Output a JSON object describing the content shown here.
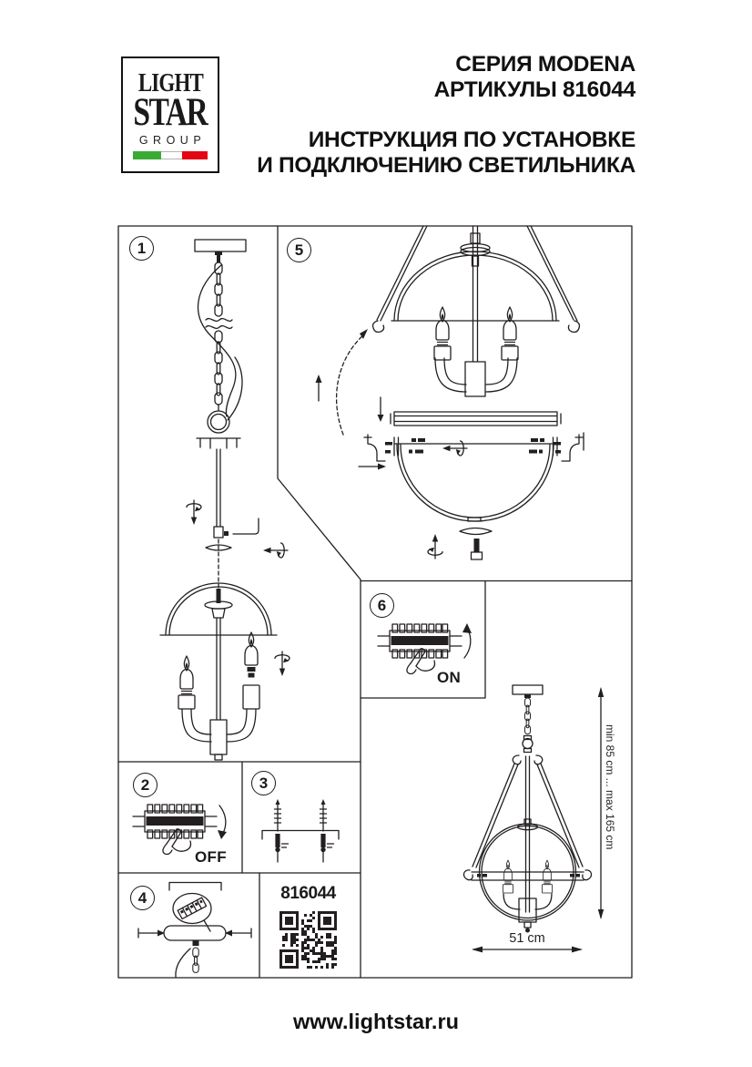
{
  "header": {
    "logo_line1": "LIGHT",
    "logo_line2": "STAR",
    "logo_line3": "GROUP",
    "series": "СЕРИЯ MODENA",
    "articles": "АРТИКУЛЫ 816044",
    "instruction_line1": "ИНСТРУКЦИЯ ПО УСТАНОВКЕ",
    "instruction_line2": "И ПОДКЛЮЧЕНИЮ СВЕТИЛЬНИКА"
  },
  "panels": {
    "p1": "1",
    "p2": "2",
    "p3": "3",
    "p4": "4",
    "p5": "5",
    "p6": "6"
  },
  "labels": {
    "breaker_on": "ON",
    "breaker_off": "OFF"
  },
  "product": {
    "article": "816044"
  },
  "dimensions": {
    "height_range": "min 85 cm ... max 165 cm",
    "width": "51 cm"
  },
  "footer": {
    "website": "www.lightstar.ru"
  },
  "colors": {
    "line": "#231f20",
    "flag_green": "#3aaa35",
    "flag_red": "#e30613"
  }
}
